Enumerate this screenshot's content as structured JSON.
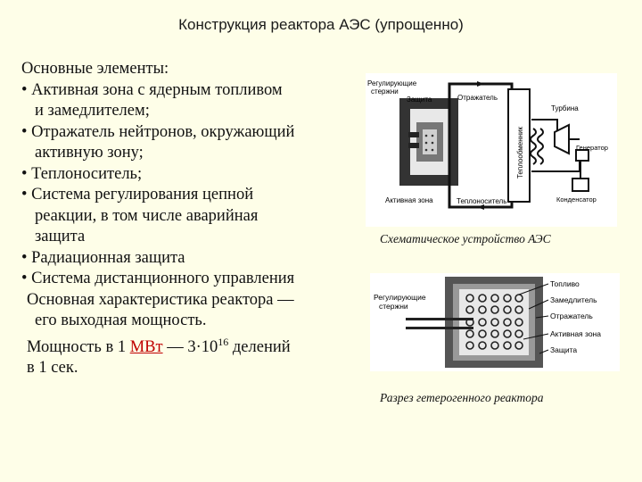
{
  "slide": {
    "title": "Конструкция реактора АЭС (упрощенно)"
  },
  "text": {
    "heading": "Основные элементы:",
    "bullet_char": "•",
    "b1_l1": "Активная зона с ядерным топливом",
    "b1_l2": "и замедлителем;",
    "b2_l1": "Отражатель нейтронов, окружающий",
    "b2_l2": "активную зону;",
    "b3_l1": "Теплоноситель;",
    "b4_l1": "Система регулирования цепной",
    "b4_l2": "реакции, в том числе аварийная",
    "b4_l3": "защита",
    "b5_l1": "Радиационная защита",
    "b6_l1": "Система дистанционного управления",
    "char_l1": "Основная характеристика реактора —",
    "char_l2": "его выходная мощность.",
    "power_prefix": "Мощность в 1 ",
    "power_link": "МВт",
    "power_mid": " — 3·10",
    "power_exp": "16",
    "power_suffix": " делений",
    "power_l2": "в 1 сек."
  },
  "diagram1": {
    "caption": "Схематическое устройство АЭС",
    "label_control_rods_l1": "Регулирующие",
    "label_control_rods_l2": "стержни",
    "label_shield": "Защита",
    "label_reflector": "Отражатель",
    "label_core": "Активная зона",
    "label_coolant": "Теплоноситель",
    "label_heat_exchanger": "Теплообменник",
    "label_turbine": "Турбина",
    "label_generator": "Генератор",
    "label_condenser": "Конденсатор"
  },
  "diagram2": {
    "caption": "Разрез гетерогенного реактора",
    "label_rods_l1": "Регулирующие",
    "label_rods_l2": "стержни",
    "label_fuel": "Топливо",
    "label_moderator": "Замедлитель",
    "label_reflector": "Отражатель",
    "label_core": "Активная зона",
    "label_shield": "Защита"
  }
}
